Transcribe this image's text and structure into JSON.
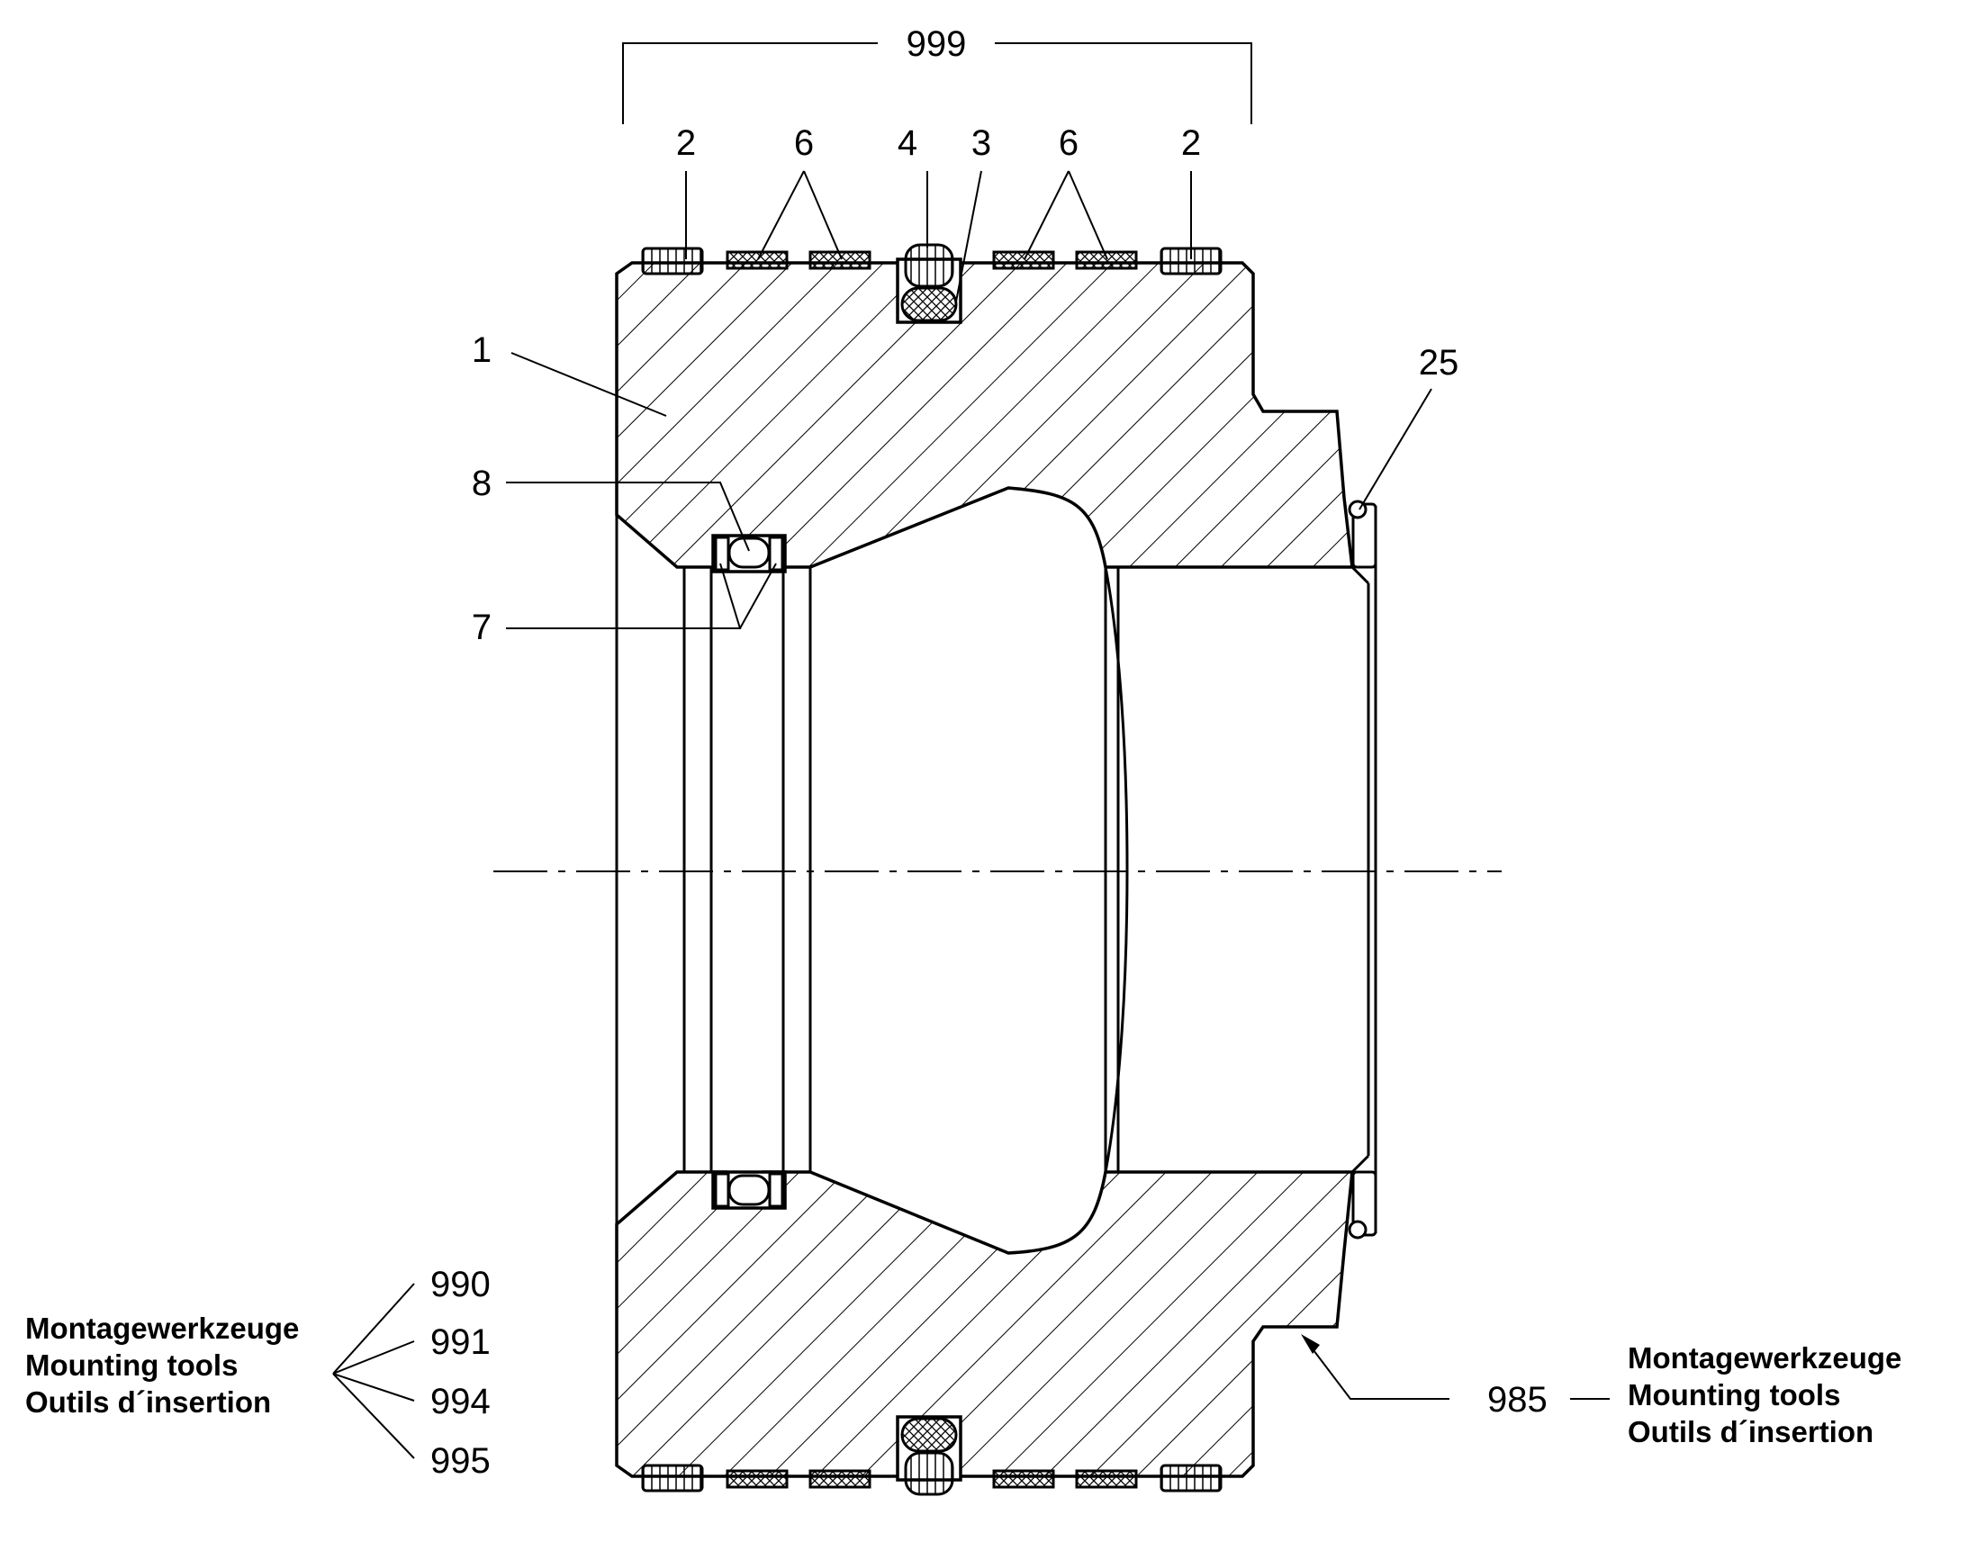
{
  "diagram": {
    "assembly_label": "999",
    "callouts": {
      "body": "1",
      "guide_ring_left": "2",
      "guide_ring_right": "2",
      "band_left": "6",
      "band_right": "6",
      "ring_4": "4",
      "ring_3": "3",
      "ring_25": "25",
      "ring_8": "8",
      "ring_7": "7",
      "tool_985": "985",
      "tool_990": "990",
      "tool_991": "991",
      "tool_994": "994",
      "tool_995": "995"
    },
    "tools_left": {
      "line1": "Montagewerkzeuge",
      "line2": "Mounting tools",
      "line3": "Outils d´insertion"
    },
    "tools_right": {
      "line1": "Montagewerkzeuge",
      "line2": "Mounting tools",
      "line3": "Outils d´insertion"
    }
  }
}
